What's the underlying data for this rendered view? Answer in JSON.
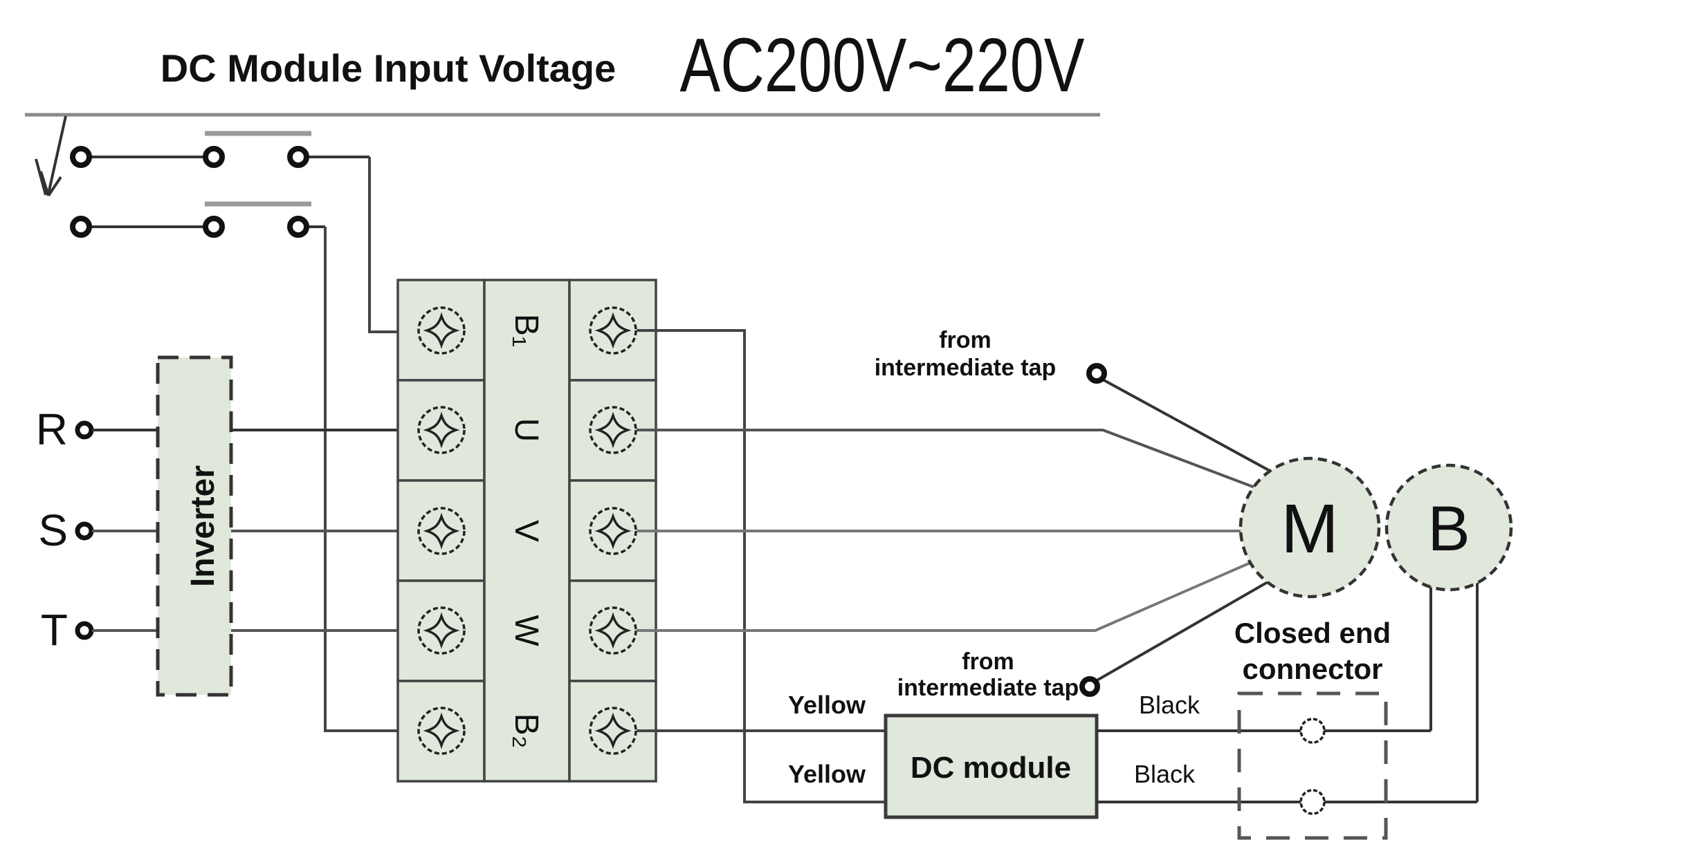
{
  "header": {
    "title": "DC Module Input Voltage",
    "voltage": "AC200V~220V"
  },
  "phases": {
    "r": "R",
    "s": "S",
    "t": "T"
  },
  "inverter": {
    "label": "Inverter"
  },
  "terminals": {
    "b1": "B₁",
    "u": "U",
    "v": "V",
    "w": "W",
    "b2": "B₂"
  },
  "motor": {
    "label": "M"
  },
  "brake": {
    "label": "B"
  },
  "tap_note_upper": {
    "line1": "from",
    "line2": "intermediate tap"
  },
  "tap_note_lower": {
    "line1": "from",
    "line2": "intermediate tap"
  },
  "wire_labels": {
    "yellow_upper": "Yellow",
    "yellow_lower": "Yellow",
    "black_upper": "Black",
    "black_lower": "Black"
  },
  "dc_module": {
    "label": "DC module"
  },
  "connector_note": {
    "line1": "Closed end",
    "line2": "connector"
  },
  "colors": {
    "module_fill": "#e0e7db",
    "wire": "#444444",
    "gray_wire": "#8a8a8a",
    "text": "#111111"
  }
}
